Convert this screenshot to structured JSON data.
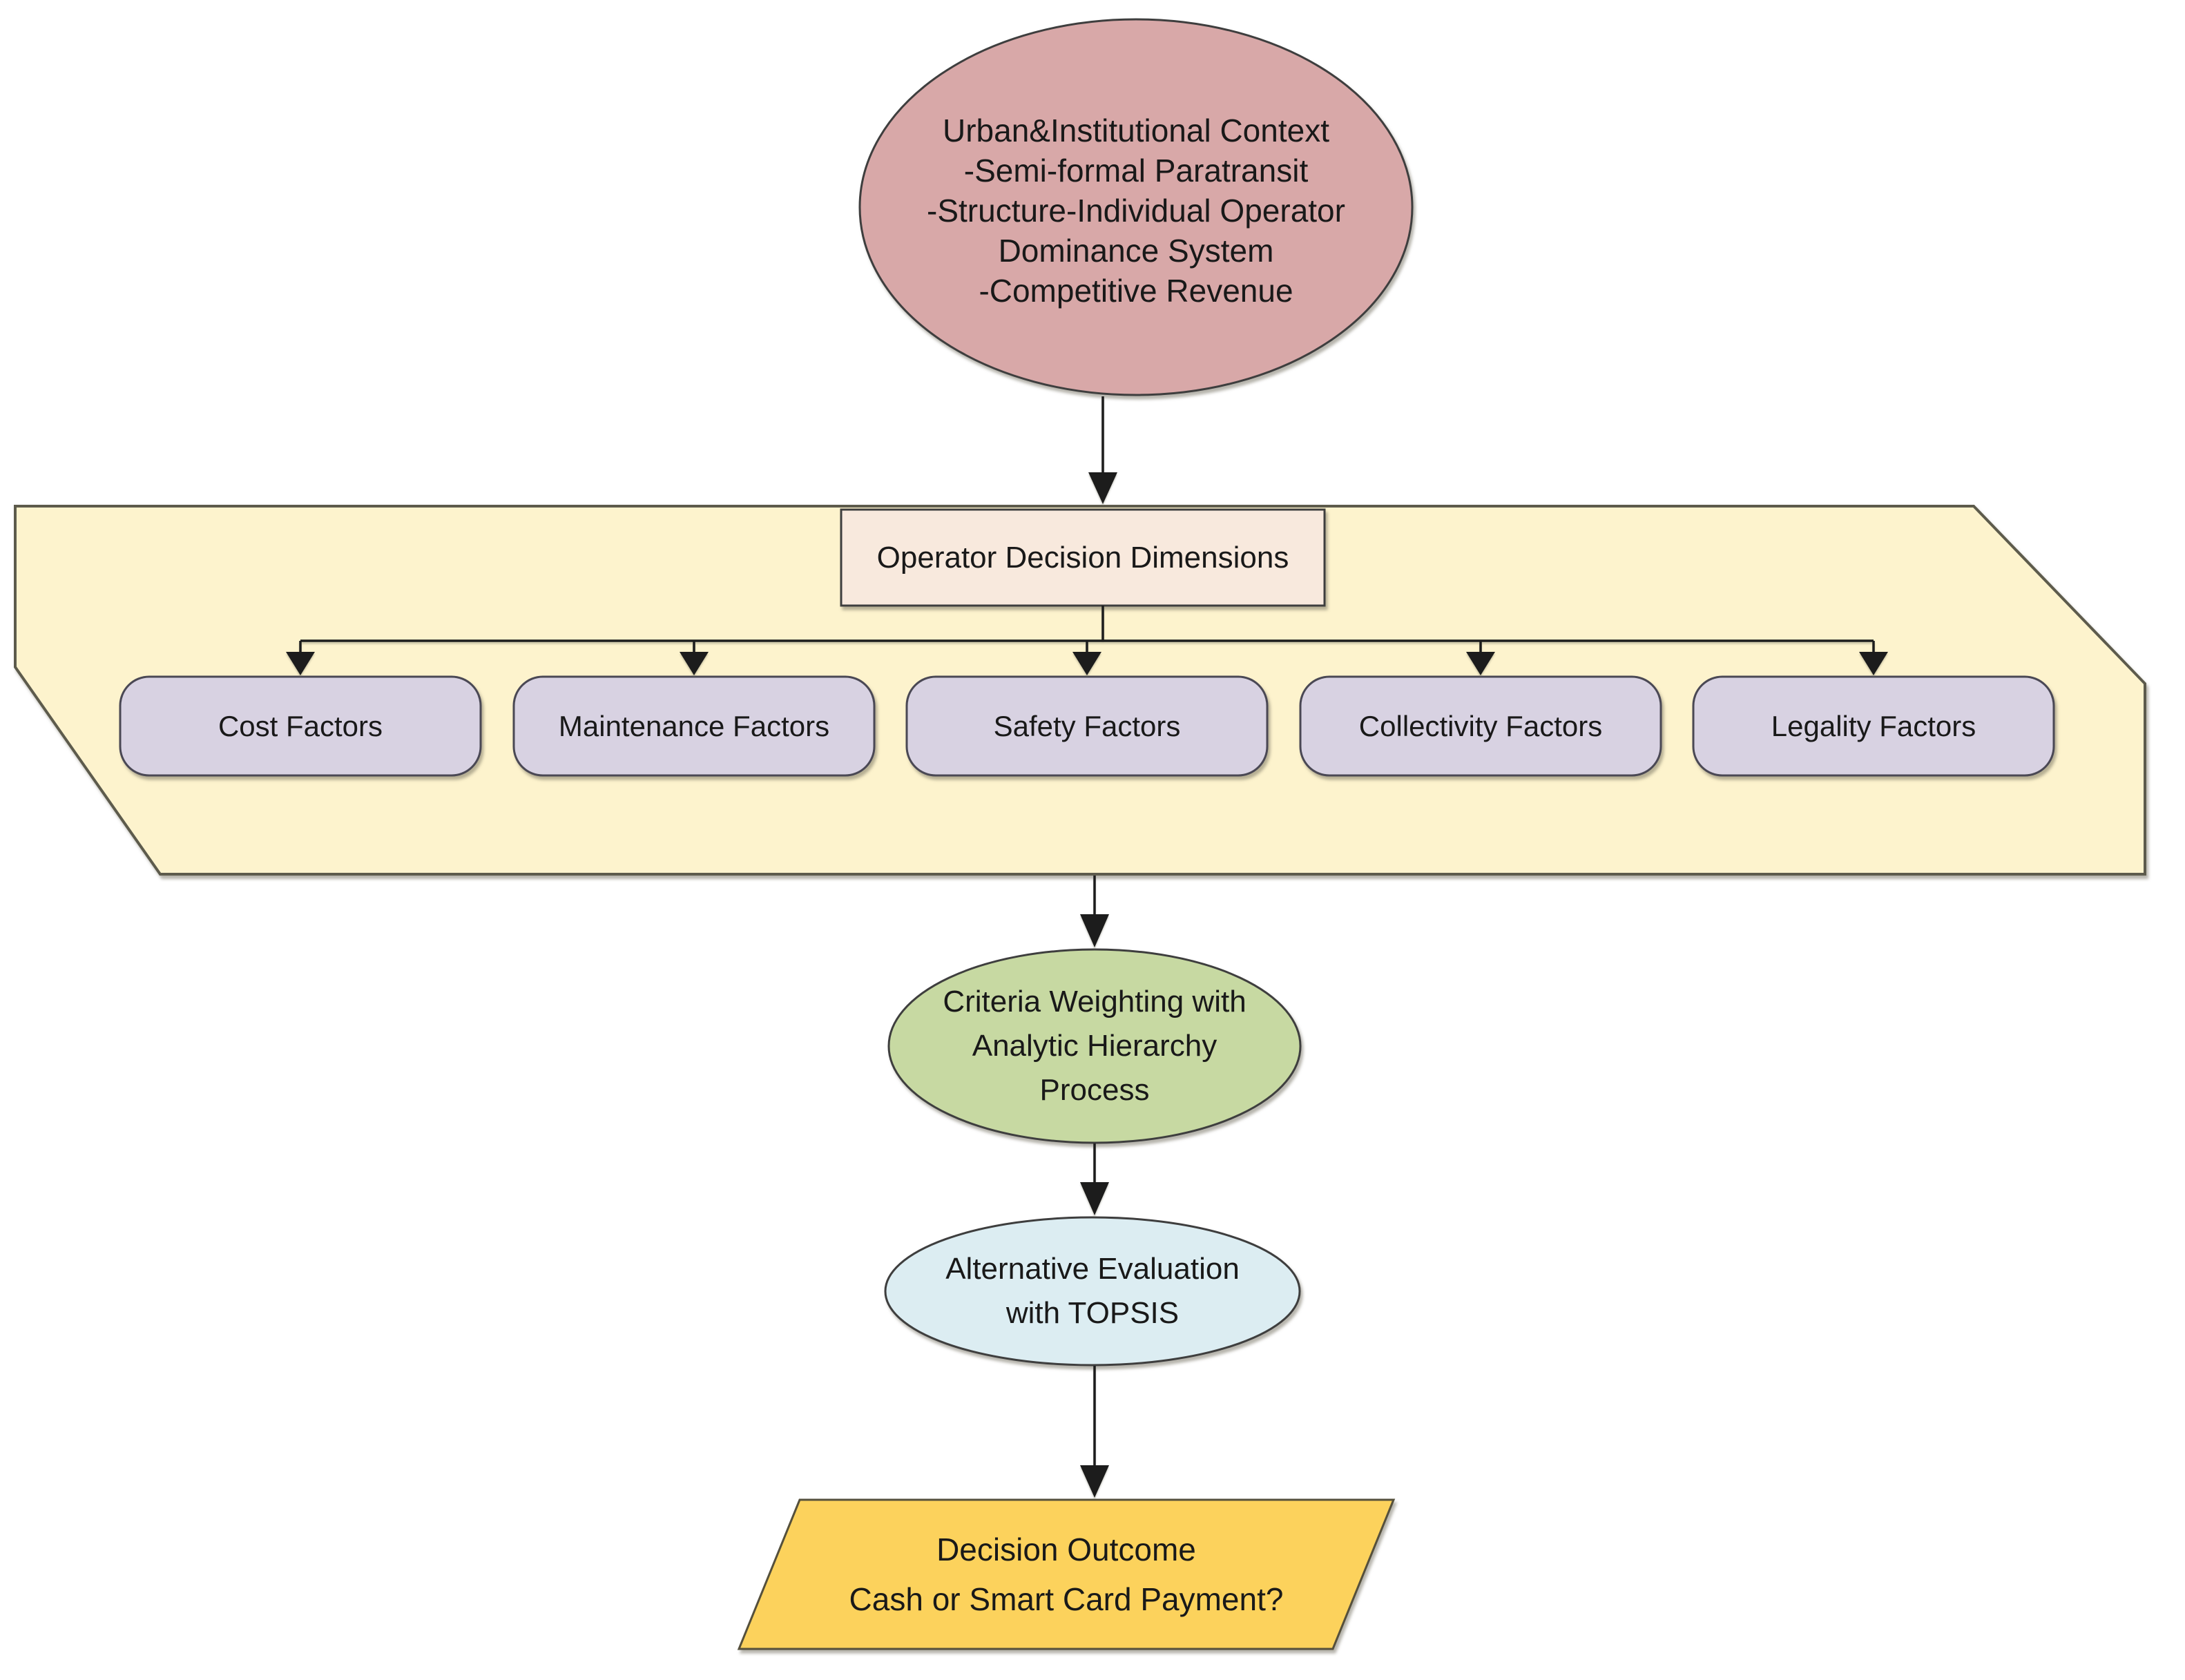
{
  "nodes": {
    "context": {
      "lines": [
        "Urban&Institutional Context",
        "-Semi-formal Paratransit",
        "-Structure-Individual Operator",
        "Dominance System",
        "-Competitive Revenue"
      ]
    },
    "dimensions": {
      "label": "Operator Decision Dimensions"
    },
    "factors": [
      "Cost Factors",
      "Maintenance Factors",
      "Safety Factors",
      "Collectivity Factors",
      "Legality Factors"
    ],
    "ahp": {
      "lines": [
        "Criteria Weighting with",
        "Analytic Hierarchy",
        "Process"
      ]
    },
    "topsis": {
      "lines": [
        "Alternative Evaluation",
        "with TOPSIS"
      ]
    },
    "outcome": {
      "lines": [
        "Decision Outcome",
        "Cash or Smart Card Payment?"
      ]
    }
  },
  "colors": {
    "context_fill": "#d8a8a8",
    "band_fill": "#fdf3cd",
    "dimensions_fill": "#f8e9dd",
    "factor_fill": "#d8d2e2",
    "ahp_fill": "#c7d9a2",
    "topsis_fill": "#dcedf2",
    "outcome_fill": "#fcd25c",
    "edge": "#1c1c1c"
  }
}
